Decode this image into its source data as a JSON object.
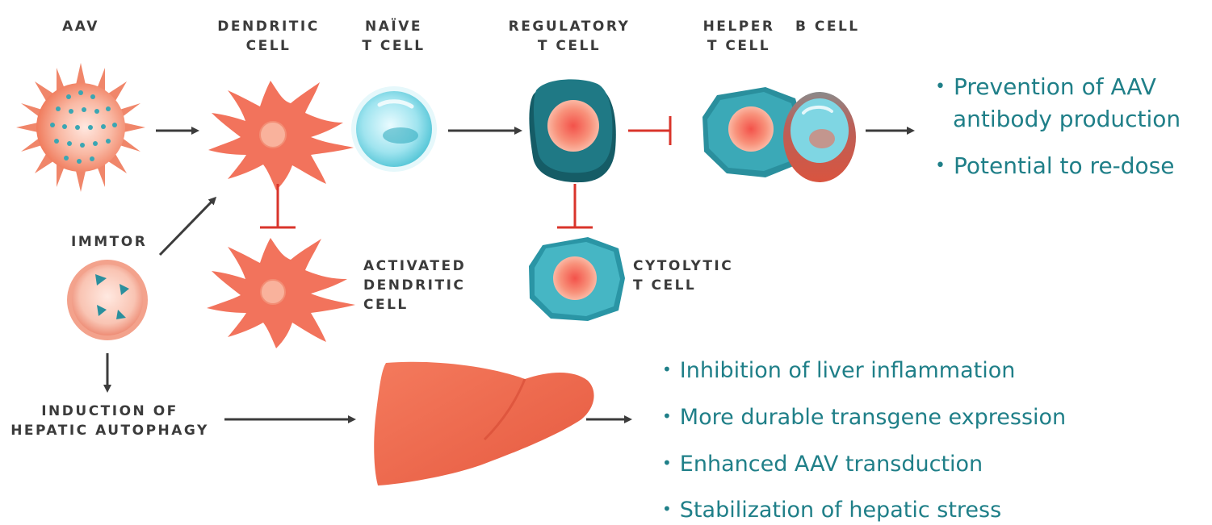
{
  "labels": {
    "aav": "AAV",
    "dendritic_cell": [
      "DENDRITIC",
      "CELL"
    ],
    "naive_t_cell": [
      "NAÏVE",
      "T CELL"
    ],
    "regulatory_t_cell": [
      "REGULATORY",
      "T CELL"
    ],
    "helper_t_cell": [
      "HELPER",
      "T CELL"
    ],
    "b_cell": "B CELL",
    "immtor": "IMMTOR",
    "activated_dendritic_cell": [
      "ACTIVATED",
      "DENDRITIC",
      "CELL"
    ],
    "cytolytic_t_cell": [
      "CYTOLYTIC",
      "T CELL"
    ],
    "induction_of_hepatic_autophagy": [
      "INDUCTION OF",
      "HEPATIC AUTOPHAGY"
    ]
  },
  "outcomes_top": [
    {
      "bullet": "•",
      "lines": [
        "Prevention of AAV",
        "antibody production"
      ]
    },
    {
      "bullet": "•",
      "lines": [
        "Potential to re-dose"
      ]
    }
  ],
  "outcomes_bottom": [
    {
      "bullet": "•",
      "text": "Inhibition of liver inflammation"
    },
    {
      "bullet": "•",
      "text": "More durable transgene expression"
    },
    {
      "bullet": "•",
      "text": "Enhanced AAV transduction"
    },
    {
      "bullet": "•",
      "text": "Stabilization of hepatic stress"
    }
  ],
  "colors": {
    "coral": "#f0705a",
    "coral_dark": "#e2553f",
    "teal_dark": "#16707a",
    "teal": "#3bb0bf",
    "teal_light": "#7fd4e1",
    "text_teal": "#1f7f88",
    "arrow": "#3c3c3c",
    "inhibit": "#d9342b"
  }
}
